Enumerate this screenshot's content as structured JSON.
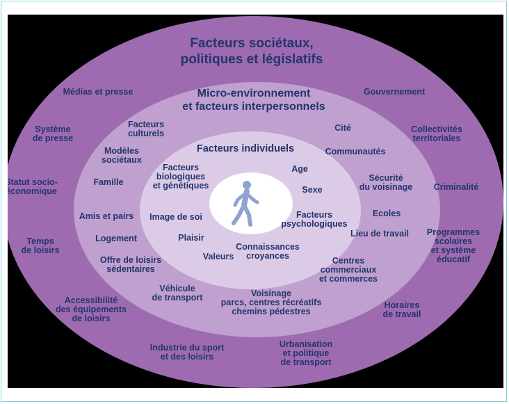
{
  "rings": {
    "societal": {
      "title": "Facteurs sociétaux,\npolitiques et législatifs",
      "items": [
        "Médias et presse",
        "Gouvernement",
        "Système\nde presse",
        "Collectivités\nterritoriales",
        "Statut socio-\néconomique",
        "Criminalité",
        "Temps\nde loisirs",
        "Programmes\nscolaires\net système\néducatif",
        "Accessibilité\ndes équipements\nde loisirs",
        "Horaires\nde travail",
        "Industrie du sport\net des loisirs",
        "Urbanisation\net politique\nde transport"
      ]
    },
    "micro": {
      "title": "Micro-environnement\net facteurs interpersonnels",
      "items": [
        "Facteurs\nculturels",
        "Cité",
        "Modèles\nsociétaux",
        "Communautés",
        "Famille",
        "Sécurité\ndu voisinage",
        "Amis et pairs",
        "Ecoles",
        "Logement",
        "Lieu de travail",
        "Offre de loisirs\nsédentaires",
        "Centres\ncommerciaux\net commerces",
        "Véhicule\nde transport",
        "Voisinage\nparcs, centres récréatifs\nchemins pédestres"
      ]
    },
    "individual": {
      "title": "Facteurs individuels",
      "items": [
        "Facteurs\nbiologiques\net génétiques",
        "Age",
        "Sexe",
        "Image de soi",
        "Facteurs\npsychologiques",
        "Plaisir",
        "Valeurs",
        "Connaissances\ncroyances"
      ]
    }
  },
  "center": {
    "icon": "walking-person-icon"
  },
  "colors": {
    "outer": "#9e6bb0",
    "middle": "#c0a0cf",
    "inner": "#dccbe6",
    "center": "#ffffff",
    "text": "#23356e",
    "figure": "#8fa3cf"
  }
}
